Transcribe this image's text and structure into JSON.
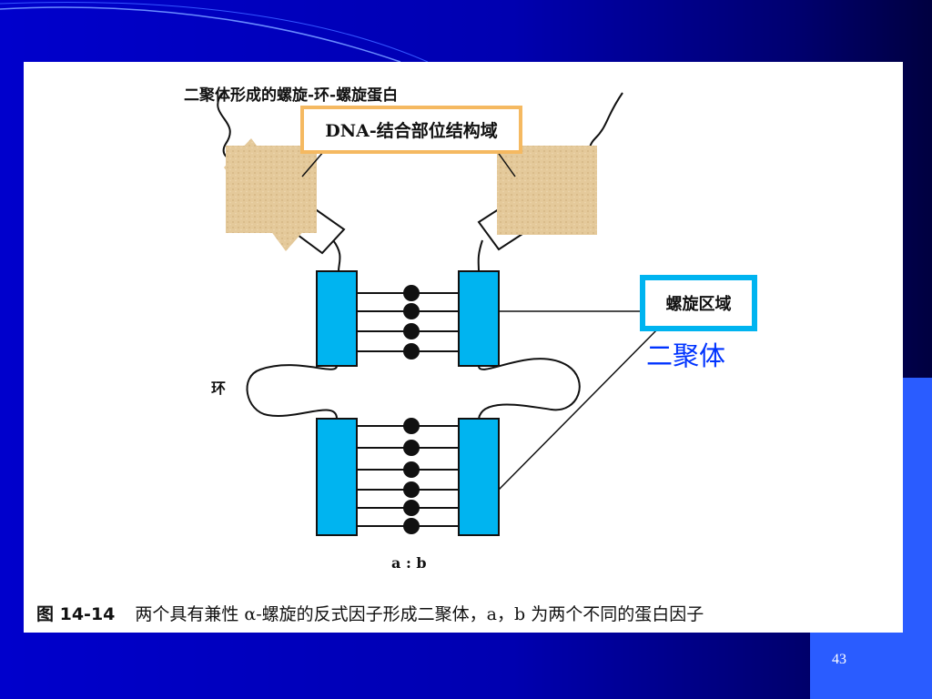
{
  "slide": {
    "page_number": "43"
  },
  "diagram": {
    "title_label": "二聚体形成的螺旋-环-螺旋蛋白",
    "dna_domain_label": "DNA-结合部位结构域",
    "helix_region_label": "螺旋区域",
    "dimer_label": "二聚体",
    "loop_label": "环",
    "subunit_label": "a : b",
    "caption_number": "图 14-14",
    "caption_text": "两个具有兼性 α-螺旋的反式因子形成二聚体，a，b 为两个不同的蛋白因子"
  },
  "colors": {
    "helix_fill": "#00b4f0",
    "dna_domain_fill": "#e4c99a",
    "dna_box_border": "#f5b961",
    "helix_box_border": "#00b4f0",
    "dimer_text": "#0033ff",
    "slide_background": "#0000cc"
  }
}
